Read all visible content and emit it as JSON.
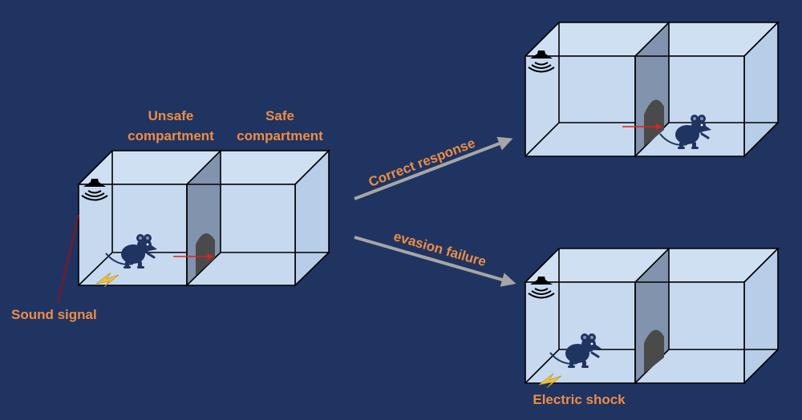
{
  "labels": {
    "unsafe_line1": "Unsafe",
    "unsafe_line2": "compartment",
    "safe_line1": "Safe",
    "safe_line2": "compartment",
    "sound_signal": "Sound signal",
    "correct_response": "Correct response",
    "evasion_failure": "evasion failure",
    "electric_shock": "Electric shock"
  },
  "colors": {
    "background": "#1f3461",
    "label": "#ed8d45",
    "glass": "#c6d9ef",
    "divider": "#8193ad",
    "door": "#4a4a4a",
    "mouse": "#1f3461",
    "arrow": "#a6a6a6",
    "movement_arrow": "#e0201e",
    "shock": "#f0c23e",
    "pointer": "#c00000"
  },
  "icons": [
    "speaker-icon",
    "mouse-icon",
    "lightning-icon",
    "arrow-icon"
  ]
}
